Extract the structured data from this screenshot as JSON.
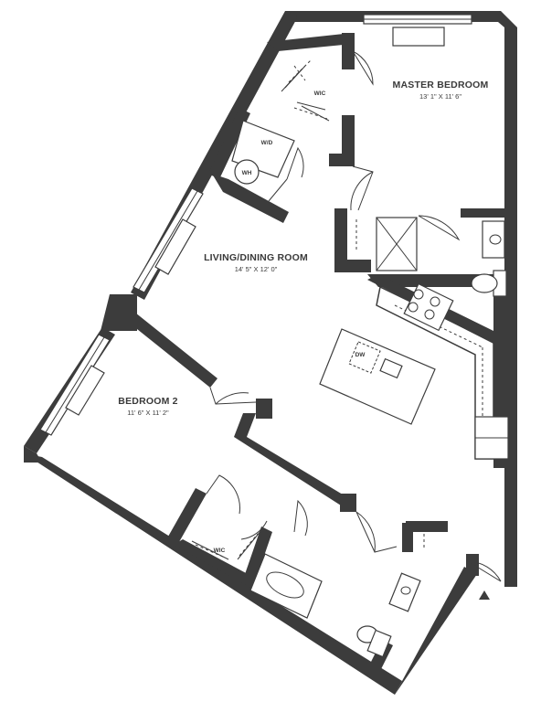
{
  "rooms": {
    "master_bedroom": {
      "name": "MASTER BEDROOM",
      "dims": "13' 1\" X 11' 6\""
    },
    "living_dining": {
      "name": "LIVING/DINING ROOM",
      "dims": "14' 5\" X 12' 0\""
    },
    "bedroom_2": {
      "name": "BEDROOM 2",
      "dims": "11' 6\" X 11' 2\""
    }
  },
  "labels": {
    "wic_master": "WIC",
    "wic_bedroom2": "WIC",
    "washer_dryer": "W/D",
    "water_heater": "WH",
    "dishwasher": "DW"
  }
}
